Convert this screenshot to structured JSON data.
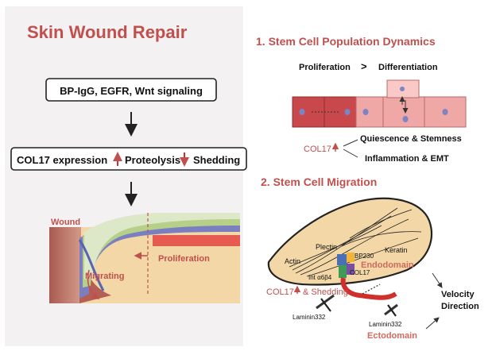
{
  "title": "Skin Wound Repair",
  "left": {
    "signaling": "BP-IgG, EGFR, Wnt signaling",
    "expr_col17": "COL17 expression",
    "expr_proteolysis": "Proteolysis",
    "expr_shedding": "Shedding",
    "wound": "Wound",
    "proliferation": "Proliferation",
    "migrating": "Migrating"
  },
  "section1": {
    "title": "1. Stem Cell Population Dynamics",
    "proliferation": "Proliferation",
    "greater": ">",
    "differentiation": "Differentiation",
    "col17": "COL17",
    "quiescence": "Quiescence & Stemness",
    "inflammation": "Inflammation & EMT"
  },
  "section2": {
    "title": "2. Stem Cell Migration",
    "plectin": "Plectin",
    "keratin": "Keratin",
    "actin": "Actin",
    "bp230": "BP230",
    "endodomain": "Endodomain",
    "col17": "COL17",
    "integrin": "Int α6β4",
    "shedding": "COL17",
    "shedding_suffix": "& Shedding",
    "laminin_left": "Laminin332",
    "laminin_right": "Laminin332",
    "ectodomain": "Ectodomain",
    "velocity": "Velocity",
    "direction": "Direction"
  },
  "colors": {
    "accent": "#c0504d",
    "salmon": "#d06a5f",
    "cell_light": "#f0a8a6",
    "cell_dark": "#c9484c",
    "dermis": "#f3d7a6"
  }
}
